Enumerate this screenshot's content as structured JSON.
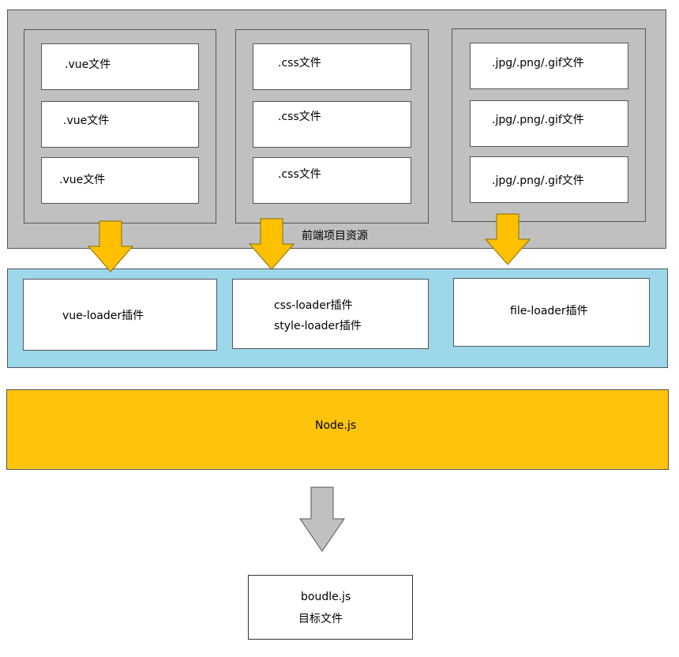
{
  "project_label": "前端项目资源",
  "groups": [
    {
      "files": [
        ".vue文件",
        ".vue文件",
        ".vue文件"
      ]
    },
    {
      "files": [
        ".css文件",
        ".css文件",
        ".css文件"
      ]
    },
    {
      "files": [
        ".jpg/.png/.gif文件",
        ".jpg/.png/.gif文件",
        ".jpg/.png/.gif文件"
      ]
    }
  ],
  "loaders": [
    {
      "line1": "vue-loader插件",
      "line2": ""
    },
    {
      "line1": "css-loader插件",
      "line2": "style-loader插件"
    },
    {
      "line1": "file-loader插件",
      "line2": ""
    }
  ],
  "node": {
    "label": "Node.js"
  },
  "output": {
    "line1": "boudle.js",
    "line2": "目标文件"
  },
  "colors": {
    "resource_gray": "#c0c0c0",
    "loader_band": "#9dd7ea",
    "node_yellow": "#ffc30b",
    "arrow_yellow": "#ffc000",
    "arrow_gray": "#c0c0c0"
  }
}
